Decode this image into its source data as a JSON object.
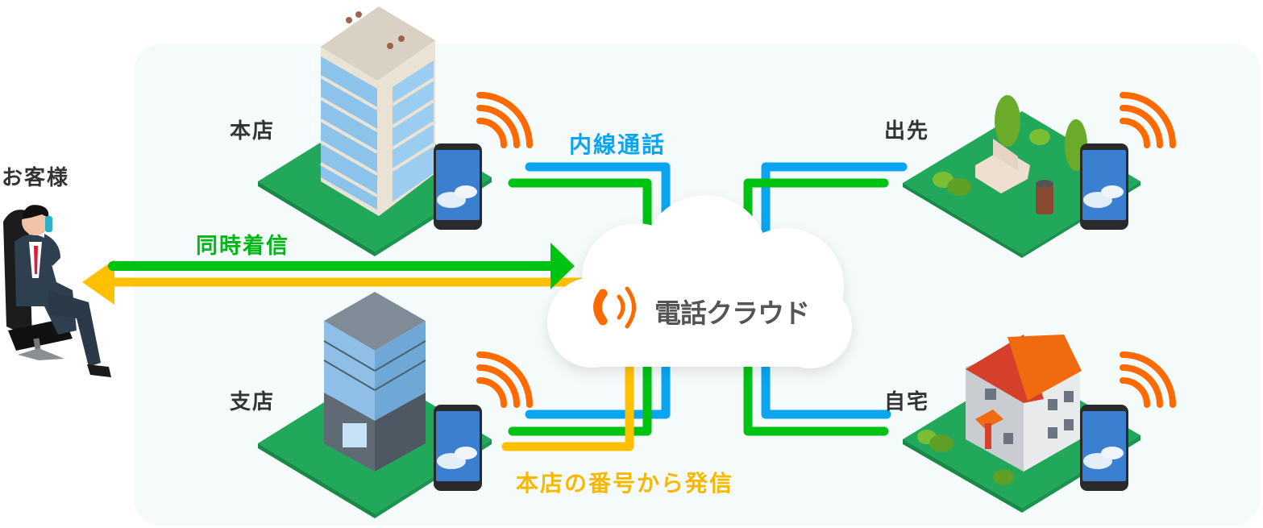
{
  "colors": {
    "internal_call": "#0aa4f0",
    "simultaneous_ring": "#00c213",
    "outbound_from_hq": "#ffc000",
    "signal": "#ff6a00",
    "ground": "#22a85a",
    "panel_bg": "#f5fafb",
    "label_text": "#333333"
  },
  "customer": {
    "label": "お客様"
  },
  "cloud": {
    "service_name": "電話クラウド",
    "icon": "phone-waves-icon"
  },
  "flows": {
    "simultaneous_ring": {
      "label": "同時着信"
    },
    "internal_call": {
      "label": "内線通話"
    },
    "outbound_from_hq": {
      "label": "本店の番号から発信"
    }
  },
  "locations": [
    {
      "id": "head-office",
      "label": "本店",
      "icon": "office-tower-icon"
    },
    {
      "id": "branch-office",
      "label": "支店",
      "icon": "glass-building-icon"
    },
    {
      "id": "on-the-go",
      "label": "出先",
      "icon": "park-bench-icon"
    },
    {
      "id": "home",
      "label": "自宅",
      "icon": "house-icon"
    }
  ]
}
